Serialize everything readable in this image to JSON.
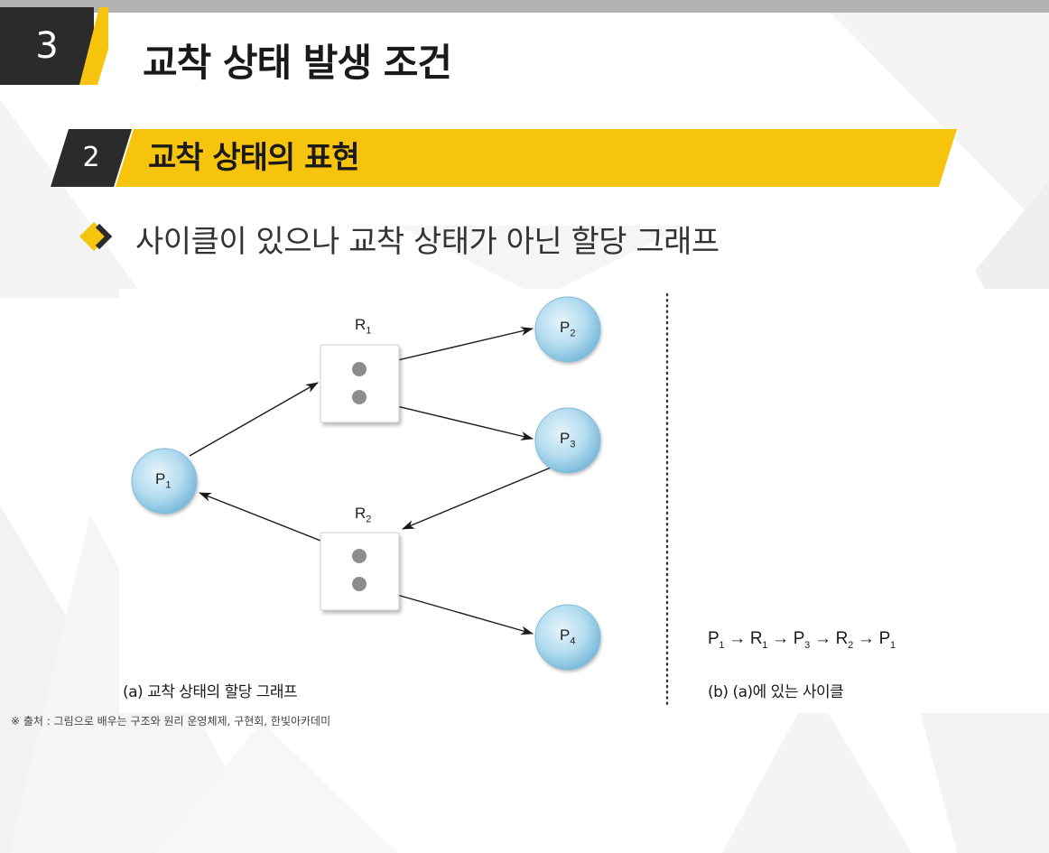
{
  "header": {
    "chapter_number": "3",
    "title": "교착 상태 발생 조건"
  },
  "section": {
    "number": "2",
    "title": "교착 상태의 표현"
  },
  "bullet": {
    "text": "사이클이 있으나 교착 상태가 아닌 할당 그래프"
  },
  "diagram": {
    "processes": [
      {
        "id": "P1",
        "label": "P",
        "sub": "1"
      },
      {
        "id": "P2",
        "label": "P",
        "sub": "2"
      },
      {
        "id": "P3",
        "label": "P",
        "sub": "3"
      },
      {
        "id": "P4",
        "label": "P",
        "sub": "4"
      }
    ],
    "resources": [
      {
        "id": "R1",
        "label": "R",
        "sub": "1",
        "instances": 2
      },
      {
        "id": "R2",
        "label": "R",
        "sub": "2",
        "instances": 2
      }
    ],
    "edges": [
      {
        "from": "P1",
        "to": "R1",
        "kind": "request"
      },
      {
        "from": "R1",
        "to": "P2",
        "kind": "assignment"
      },
      {
        "from": "R1",
        "to": "P3",
        "kind": "assignment"
      },
      {
        "from": "P3",
        "to": "R2",
        "kind": "request"
      },
      {
        "from": "R2",
        "to": "P1",
        "kind": "assignment"
      },
      {
        "from": "R2",
        "to": "P4",
        "kind": "assignment"
      }
    ],
    "caption_a": "(a) 교착 상태의 할당 그래프",
    "cycle": [
      {
        "label": "P",
        "sub": "1"
      },
      {
        "label": "R",
        "sub": "1"
      },
      {
        "label": "P",
        "sub": "3"
      },
      {
        "label": "R",
        "sub": "2"
      },
      {
        "label": "P",
        "sub": "1"
      }
    ],
    "arrow_glyph": "→",
    "caption_b": "(b) (a)에 있는 사이클"
  },
  "footer": {
    "source": "※ 출처 : 그림으로 배우는 구조와 원리 운영체제, 구현회, 한빛아카데미"
  },
  "colors": {
    "accent_yellow": "#f6c40c",
    "dark_block": "#2b2b2b",
    "top_bar": "#b3b3b3",
    "node_fill": "#a9d6ec",
    "dot_gray": "#8c8c8c"
  }
}
